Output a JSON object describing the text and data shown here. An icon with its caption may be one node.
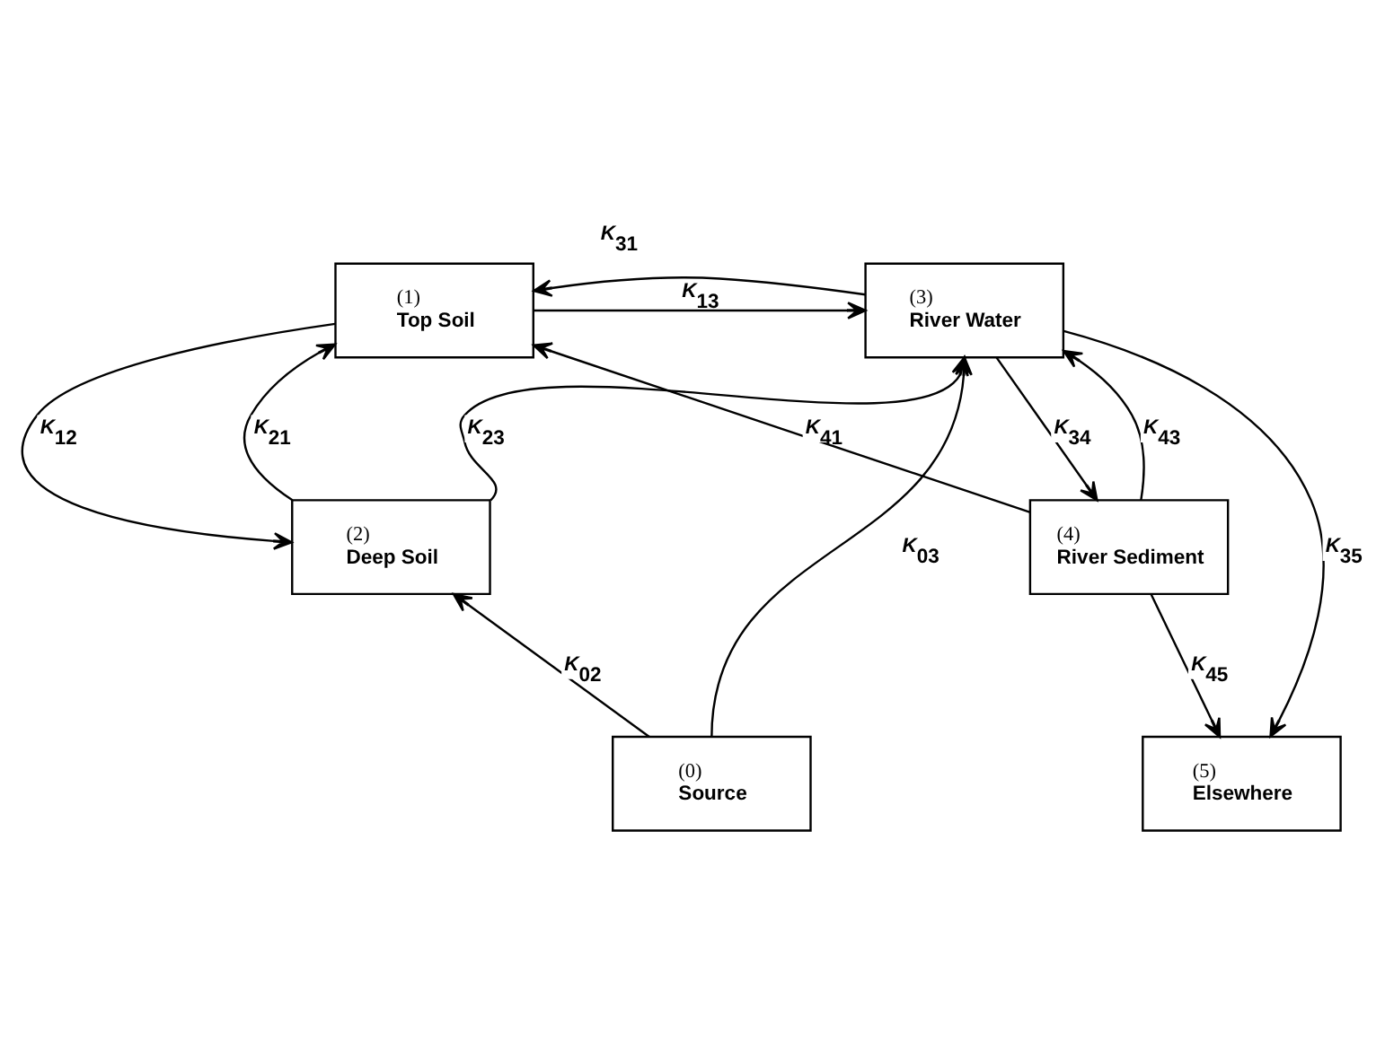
{
  "diagram": {
    "nodes": [
      {
        "text": [
          "(1)",
          "Top Soil"
        ]
      },
      {
        "text": [
          "(3)",
          "River Water"
        ]
      },
      {
        "text": [
          "(2)",
          "Deep Soil"
        ]
      },
      {
        "text": [
          "(4)",
          "River Sediment"
        ]
      },
      {
        "text": [
          "(0)",
          "Source"
        ]
      },
      {
        "text": [
          "(5)",
          "Elsewhere"
        ]
      }
    ],
    "edges": [
      {
        "from": 0,
        "to": 1,
        "arrow": "to",
        "label": "K$_{13}$"
      },
      {
        "from": 1,
        "to": 0,
        "arrow": "to",
        "label": "K$_{31}$"
      },
      {
        "from": 3,
        "to": 0,
        "arrow": "to",
        "label": "K$_{41}$"
      },
      {
        "from": 0,
        "to": 2,
        "arrow": "to",
        "label": "K$_{12}$"
      },
      {
        "from": 2,
        "to": 0,
        "arrow": "to",
        "label": "K$_{21}$"
      },
      {
        "from": 2,
        "to": 1,
        "arrow": "to",
        "label": "K$_{23}$"
      },
      {
        "from": 4,
        "to": 1,
        "arrow": "to",
        "label": "K$_{03}$"
      },
      {
        "from": 1,
        "to": 3,
        "arrow": "to",
        "label": "K$_{34}$"
      },
      {
        "from": 3,
        "to": 1,
        "arrow": "to",
        "label": "K$_{43}$"
      },
      {
        "from": 1,
        "to": 5,
        "arrow": "to",
        "label": "K$_{35}$"
      },
      {
        "from": 4,
        "to": 2,
        "arrow": "to",
        "label": "K$_{02}$"
      },
      {
        "from": 3,
        "to": 5,
        "arrow": "to",
        "label": "K$_{45}$"
      }
    ]
  }
}
